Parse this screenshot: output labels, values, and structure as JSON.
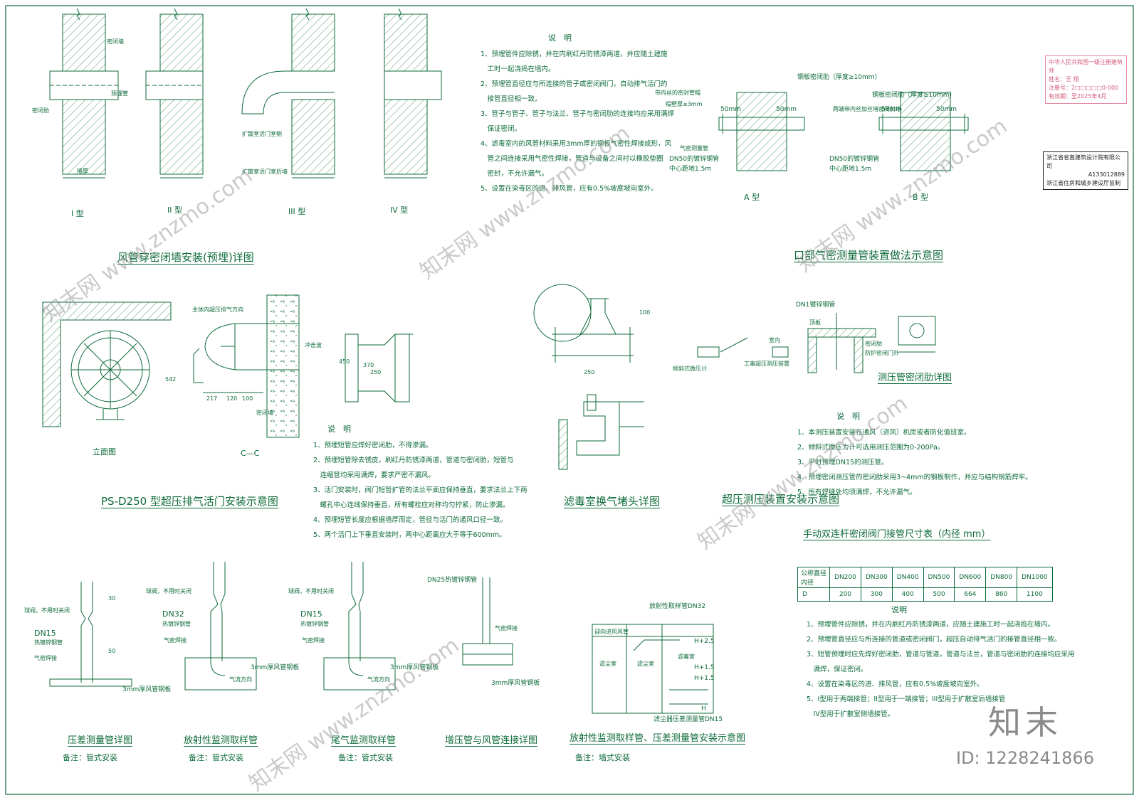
{
  "titles": {
    "duct_wall": "风管穿密闭墙安装(预埋)详图",
    "air_tight": "口部气密测量管装置做法示意图",
    "ps_d250": "PS-D250 型超压排气活门安装示意图",
    "filter_room": "滤毒室换气堵头详图",
    "overpressure": "超压测压装置安装示意图",
    "pressure_pipe_seal": "测压管密闭肋详图",
    "table_title": "手动双连杆密闭阀门接管尺寸表（内径 mm）",
    "diff_pressure": "压差测量管详图",
    "radio_sampling": "放射性监测取样管",
    "tail_gas": "尾气监测取样管",
    "booster": "增压管与风管连接详图",
    "radio_install": "放射性监测取样管、压差测量管安装示意图"
  },
  "types": {
    "t1": "I 型",
    "t2": "II 型",
    "t3": "III 型",
    "t4": "IV 型",
    "ta": "A 型",
    "tb": "B 型"
  },
  "labels": {
    "seal_wall": "密闭墙",
    "embedded_pipe": "预埋管",
    "seal_rib": "密闭肋",
    "wall_thk": "墙厚",
    "diffuser_room": "扩散室活门室侧",
    "diffuser_after": "扩散室活门室后墙",
    "steel_rib": "钢板密闭肋（厚度≥10mm）",
    "thread_cap": "带内丝的密封管帽",
    "cap_thk": "帽壁厚≥3mm",
    "mm50a": "50mm",
    "mm50b": "50mm",
    "mm50c": "50mm",
    "mm50d": "50mm",
    "air_meas": "气密测量管",
    "dn50_pipe": "DN50的镀锌钢管",
    "center_dist": "中心距地1.5m",
    "dn50_pipe_b": "DN50的镀锌钢管",
    "center_dist_b": "中心距地1.5m",
    "both_thread": "两端带内丝加丝堵密闭封堵",
    "elevation": "立面图",
    "cc": "C—C",
    "exhaust_dir": "主体内超压排气方向",
    "shock_wave": "冲击波",
    "seal_wall2": "密闭墙",
    "dn1_pipe": "DN1镀锌钢管",
    "top_plate": "顶板",
    "indoor": "室内",
    "incline_meter": "倾斜式微压计",
    "work_meter": "工事超压测压装置",
    "protect_door": "防护密闭门外",
    "seal_rib2": "密闭肋",
    "air_valve": "球阀，不用时关闭",
    "dn15": "DN15",
    "galv_pipe": "热镀锌钢管",
    "weld": "气密焊接",
    "duct_3mm": "3mm厚风管钢板",
    "dn32": "DN32",
    "galv_pipe2": "热镀锌钢管",
    "weld2": "气密焊接",
    "duct_3mm2": "3mm厚风管钢板",
    "flow_dir": "气流方向",
    "dn15b": "DN15",
    "galv_pipe3": "热镀锌钢管",
    "weld3": "气密焊接",
    "duct_3mm3": "3mm厚风管钢板",
    "flow_dir2": "气流方向",
    "dn25": "DN25热镀锌钢管",
    "weld4": "气密焊接",
    "duct_3mm4": "3mm厚风管钢板",
    "radio_dn32": "放射性取样管DN32",
    "fresh_air": "迎向进风风管",
    "filter_a": "滤尘室",
    "filter_b": "滤尘室",
    "filter_c": "滤毒室",
    "dp_dn15": "滤尘器压差测量管DN15",
    "h25": "H+2.5",
    "h15a": "H+1.5",
    "h15b": "H+1.5",
    "hh": "H",
    "dim_30": "30",
    "dim_50": "50",
    "dim_250": "250",
    "dim_100": "100",
    "dim_542": "542",
    "dim_217": "217",
    "dim_120": "120",
    "dim_100b": "100",
    "dim_450": "450",
    "dim_370": "370",
    "dim_250b": "250"
  },
  "remarks": {
    "r1": "备注：管式安装",
    "r2": "备注：管式安装",
    "r3": "备注：管式安装",
    "r4": "备注：墙式安装"
  },
  "notes1": {
    "heading": "说　明",
    "items": [
      "1、预埋管件应除锈，并在内刷红丹防锈漆两道，并应随土建施",
      "　工时一起浇捣在墙内。",
      "2、预埋管直径应与所连接的管子或密闭阀门，自动排气活门的",
      "　接管直径相一致。",
      "3、管子与管子、管子与法兰、管子与密闭肋的连接均应采用满焊",
      "　保证密闭。",
      "4、滤毒室内的风管材料采用3mm厚的钢板气密性焊接成形，风",
      "　管之间连接采用气密性焊接，管道与设备之间衬以橡胶垫圈",
      "　密封，不允许漏气。",
      "5、设置在染毒区的进、排风管，应有0.5%坡度坡向室外。"
    ]
  },
  "notes2": {
    "heading": "说　明",
    "items": [
      "1、预埋短管应焊好密闭肋，不得渗漏。",
      "2、预埋短管除去锈皮，刷红丹防锈漆两道，管道与密闭肋，短管与",
      "　连缩管均采用满焊，要求严密不漏风。",
      "3、活门安装时，阀门短管扩管的法兰平面应保持垂直，要求法兰上下两",
      "　螺孔中心连线保持垂直，所有螺栓应对称均匀拧紧，防止渗漏。",
      "4、预埋短管长度应根据墙厚而定，管径与活门的通风口径一致。",
      "5、两个活门上下垂直安装时，两中心距离应大于等于600mm。"
    ]
  },
  "notes3": {
    "heading": "说　明",
    "items": [
      "1、本测压装置安装在通风（进风）机房或者防化值班室。",
      "2、倾斜式微压力计可选用测压范围为0-200Pa。",
      "3、平时预埋DN15的测压管。",
      "4、预埋密闭测压管的密闭肋采用3~4mm的钢板制作，并应与结构钢筋焊牢。",
      "5、所有焊缝处均须满焊，不允许漏气。"
    ]
  },
  "notes4": {
    "heading": "说明",
    "items": [
      "1、预埋管件应除锈，并在内刷红丹防锈漆两道，应随土建施工时一起浇捣在墙内。",
      "2、预埋管直径应与所连接的管道或密闭阀门，超压自动排气活门的接管直径相一致。",
      "3、短管预埋时应先焊好密闭肋，管道与管道，管道与法兰，管道与密闭肋的连接均应采用",
      "　满焊，保证密闭。",
      "4、设置在染毒区的进、排风管，应有0.5%坡度坡向室外。",
      "5、I型用于两端接管；II型用于一端接管；III型用于扩散室后墙接管",
      "　IV型用于扩散室侧墙接管。"
    ]
  },
  "table": {
    "head_top": "公称直径",
    "head_bottom": "内径",
    "cols": [
      "DN200",
      "DN300",
      "DN400",
      "DN500",
      "DN600",
      "DN800",
      "DN1000"
    ],
    "row_label": "D",
    "values": [
      "200",
      "300",
      "400",
      "500",
      "664",
      "860",
      "1100"
    ]
  },
  "stamps": {
    "reg_1": "中华人民共和国一级注册建筑师",
    "reg_2": "姓名：王 翔",
    "reg_3": "注册号：2□□□□□0-000",
    "reg_4": "有效期：至2025年4月",
    "co_name": "浙江省省直建筑设计院有限公司",
    "co_cert": "A133012889",
    "co_auth": "浙江省住房和城乡建设厅监制"
  },
  "branding": {
    "logo": "知末",
    "id": "ID: 1228241866",
    "wm": "知末网 www.znzmo.com"
  },
  "colors": {
    "line": "#0d6b3a",
    "hatch": "#0d6b3a",
    "stamp_red": "#d25b7a"
  }
}
